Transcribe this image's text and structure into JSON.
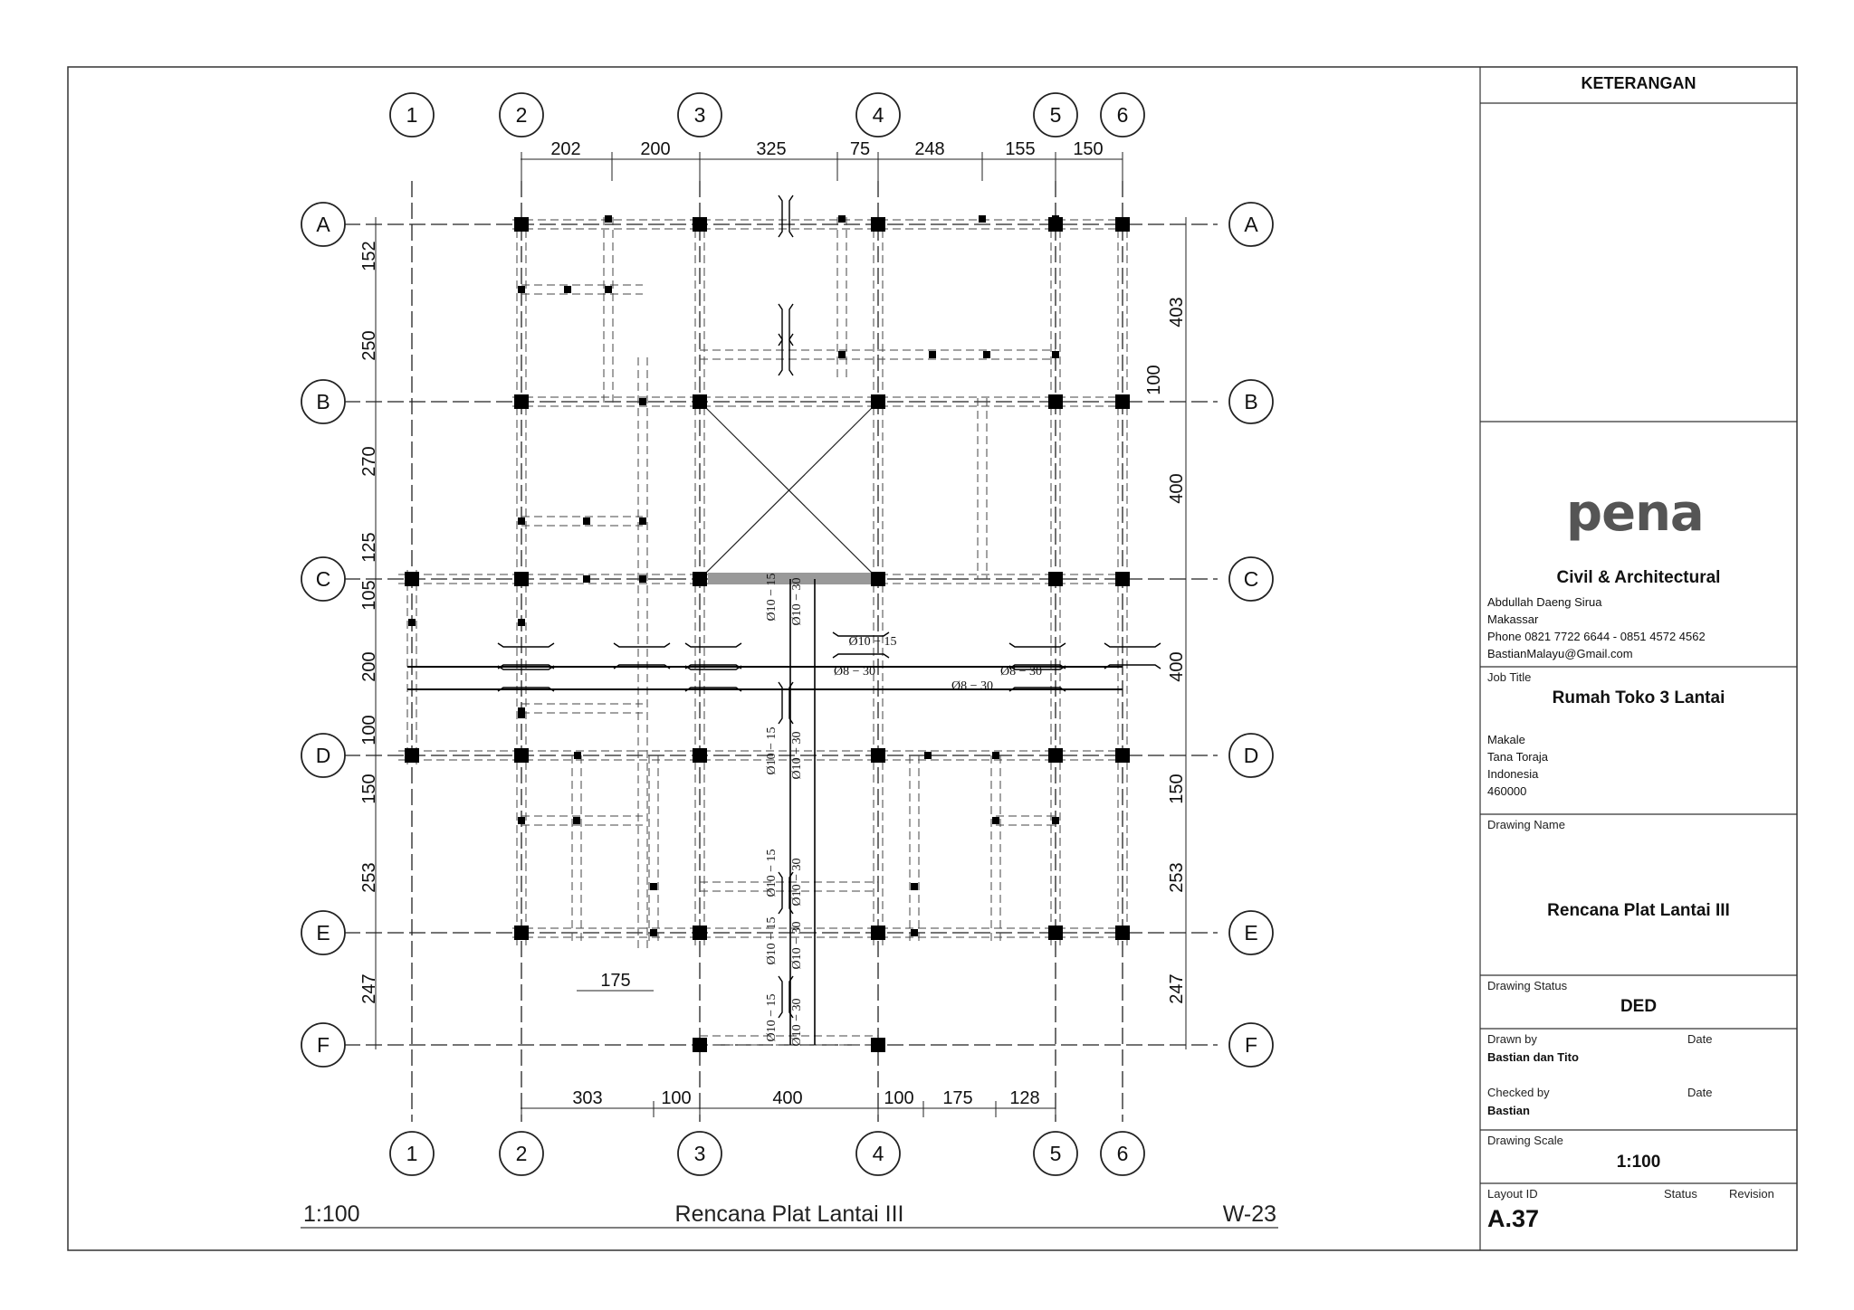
{
  "grid": {
    "columns": [
      "1",
      "2",
      "3",
      "4",
      "5",
      "6"
    ],
    "rows": [
      "A",
      "B",
      "C",
      "D",
      "E",
      "F"
    ]
  },
  "dimensions": {
    "top": [
      "202",
      "200",
      "325",
      "75",
      "248",
      "155",
      "150"
    ],
    "bottom": [
      "303",
      "100",
      "400",
      "100",
      "175",
      "128"
    ],
    "left": [
      "152",
      "250",
      "270",
      "125",
      "105",
      "200",
      "100",
      "150",
      "253",
      "247"
    ],
    "right": [
      "403",
      "100",
      "400",
      "400",
      "150",
      "253",
      "247"
    ],
    "inner": [
      "175"
    ]
  },
  "rebar": {
    "horizontal": [
      "Ø10 − 15",
      "Ø8 − 30",
      "Ø8 − 30",
      "Ø8 − 30"
    ],
    "vertical": [
      "Ø10 − 15",
      "Ø10 − 30",
      "Ø10 − 15",
      "Ø10 − 30",
      "Ø10 − 15",
      "Ø10 − 30",
      "Ø10 − 15",
      "Ø10 − 30",
      "Ø10 − 15",
      "Ø10 − 30"
    ]
  },
  "footer": {
    "scale": "1:100",
    "title": "Rencana Plat Lantai III",
    "code": "W-23"
  },
  "titleblock": {
    "header": "KETERANGAN",
    "logo": "pena",
    "company": "Civil & Architectural",
    "address_lines": [
      "Abdullah Daeng Sirua",
      "Makassar",
      "Phone 0821 7722 6644 - 0851 4572 4562",
      "BastianMalayu@Gmail.com"
    ],
    "job_title_label": "Job Title",
    "job_title": "Rumah Toko 3 Lantai",
    "location_lines": [
      "Makale",
      "Tana Toraja",
      "Indonesia",
      "460000"
    ],
    "drawing_name_label": "Drawing Name",
    "drawing_name": "Rencana Plat Lantai III",
    "drawing_status_label": "Drawing Status",
    "drawing_status": "DED",
    "drawn_by_label": "Drawn by",
    "drawn_by": "Bastian dan Tito",
    "date_label_1": "Date",
    "checked_by_label": "Checked by",
    "checked_by": "Bastian",
    "date_label_2": "Date",
    "scale_label": "Drawing Scale",
    "scale": "1:100",
    "layout_id_label": "Layout ID",
    "layout_id": "A.37",
    "status_label": "Status",
    "revision_label": "Revision"
  }
}
